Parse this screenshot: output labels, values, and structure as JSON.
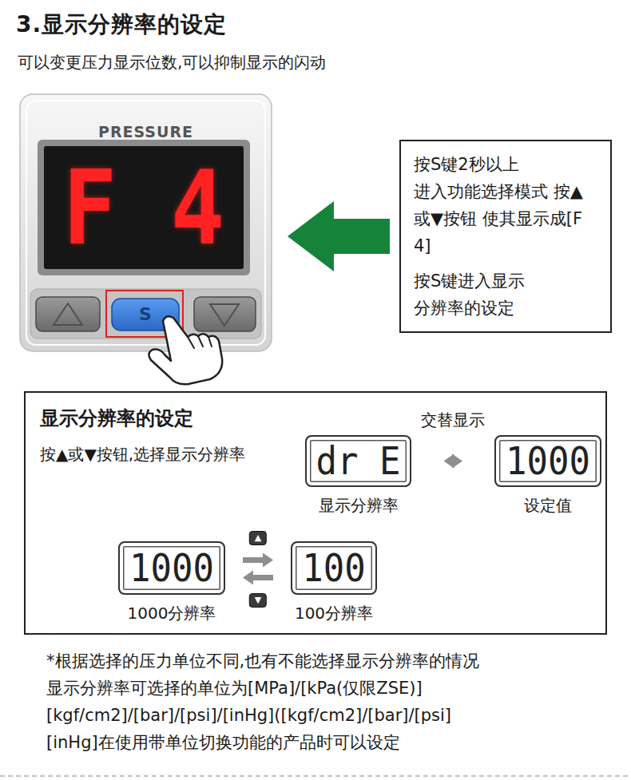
{
  "diagram": {
    "title": "3.显示分辨率的设定",
    "nodes": [
      {
        "text": [
          "PRESSURE"
        ]
      },
      {
        "text": [
          "F 4"
        ],
        "in": 0
      },
      {
        "text": [
          "按S键2秒以上 进入功能选择模式 按▲或▼按钮 使其显示成[F 4]",
          "按S键进入显示 分辨率的设定"
        ]
      },
      {
        "text": [
          "显示分辨率的设定",
          "按▲或▼按钮,选择显示分辨率"
        ]
      },
      {
        "text": [
          "dr E",
          "显示分辨率"
        ],
        "in": 3
      },
      {
        "text": [
          "1000",
          "设定值"
        ],
        "in": 3
      },
      {
        "text": [
          "1000",
          "1000分辨率"
        ],
        "in": 3
      },
      {
        "text": [
          "100",
          "100分辨率"
        ],
        "in": 3
      }
    ],
    "edges": [
      {
        "from": 2,
        "to": 0,
        "arrow": "to"
      },
      {
        "from": 4,
        "to": 5,
        "arrow": "both",
        "label": "交替显示"
      },
      {
        "from": 6,
        "to": 7,
        "arrow": "to",
        "label": "▲"
      },
      {
        "from": 7,
        "to": 6,
        "arrow": "to",
        "label": "▼"
      }
    ],
    "labels": [
      "可以变更压力显示位数,可以抑制显示的闪动",
      "S",
      "*根据选择的压力单位不同,也有不能选择显示分辨率的情况",
      "显示分辨率可选择的单位为[MPa]/[kPa(仅限ZSE)]",
      "[kgf/cm2]/[bar]/[psi]/[inHg]([kgf/cm2]/[bar]/[psi]",
      "[inHg]在使用带单位切换功能的产品时可以设定"
    ]
  }
}
